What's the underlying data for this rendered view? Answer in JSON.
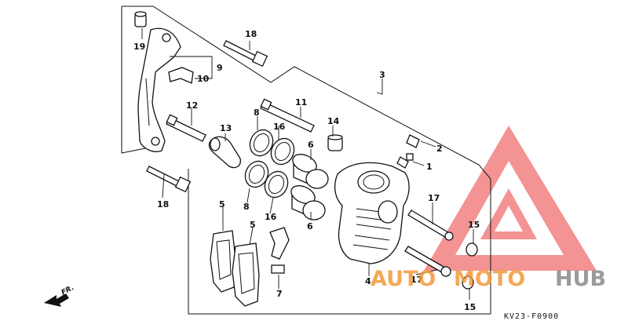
{
  "diagram": {
    "code": "KV23-F0900",
    "direction": "FR.",
    "callouts": {
      "c1": "1",
      "c2": "2",
      "c3": "3",
      "c4": "4",
      "c5a": "5",
      "c5b": "5",
      "c6a": "6",
      "c6b": "6",
      "c7": "7",
      "c8a": "8",
      "c8b": "8",
      "c9": "9",
      "c10": "10",
      "c11": "11",
      "c12": "12",
      "c13": "13",
      "c14": "14",
      "c15a": "15",
      "c15b": "15",
      "c16a": "16",
      "c16b": "16",
      "c17a": "17",
      "c17b": "17",
      "c18a": "18",
      "c18b": "18",
      "c19": "19"
    }
  },
  "watermark": {
    "part1": "AUTO",
    "part2": "MOTO",
    "part3": "HUB",
    "orange": "#f39a3a",
    "gray": "#8a8a8a",
    "logo_color": "#f07070"
  }
}
